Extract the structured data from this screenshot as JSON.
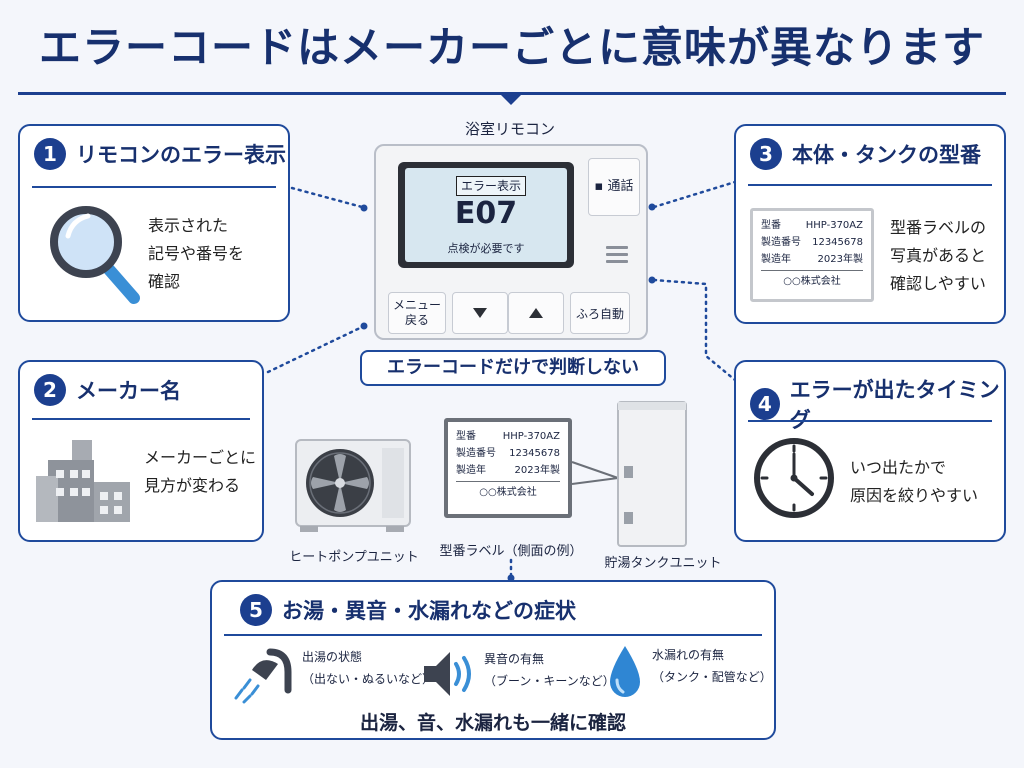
{
  "title": "エラーコードはメーカーごとに意味が異なります",
  "remote": {
    "label": "浴室リモコン",
    "lcd_badge": "エラー表示",
    "lcd_code": "E07",
    "lcd_message": "点検が必要です",
    "call_button": "通話",
    "menu_button": [
      "メニュー",
      "戻る"
    ],
    "bath_button": "ふろ自動"
  },
  "warning_banner": "エラーコードだけで判断しない",
  "cards": [
    {
      "num": "1",
      "title": "リモコンのエラー表示",
      "text": [
        "表示された",
        "記号や番号を",
        "確認"
      ],
      "icon": "magnifier-icon"
    },
    {
      "num": "2",
      "title": "メーカー名",
      "text": [
        "メーカーごとに",
        "見方が変わる"
      ],
      "icon": "factory-icon"
    },
    {
      "num": "3",
      "title": "本体・タンクの型番",
      "text": [
        "型番ラベルの",
        "写真があると",
        "確認しやすい"
      ],
      "icon": "label-icon"
    },
    {
      "num": "4",
      "title": "エラーが出たタイミング",
      "text": [
        "いつ出たかで",
        "原因を絞りやすい"
      ],
      "icon": "clock-icon"
    }
  ],
  "model_label": {
    "rows": [
      {
        "key": "型番",
        "value": "HHP-370AZ"
      },
      {
        "key": "製造番号",
        "value": "12345678"
      },
      {
        "key": "製造年",
        "value": "2023年製"
      }
    ],
    "maker": "○○株式会社"
  },
  "units": {
    "heat_pump": "ヒートポンプユニット",
    "label_caption": "型番ラベル（側面の例）",
    "tank": "貯湯タンクユニット"
  },
  "symptoms": {
    "num": "5",
    "title": "お湯・異音・水漏れなどの症状",
    "items": [
      {
        "title": "出湯の状態",
        "sub": "（出ない・ぬるいなど）",
        "icon": "shower-icon"
      },
      {
        "title": "異音の有無",
        "sub": "（ブーン・キーンなど）",
        "icon": "speaker-icon"
      },
      {
        "title": "水漏れの有無",
        "sub": "（タンク・配管など）",
        "icon": "water-drop-icon"
      }
    ],
    "footer": "出湯、音、水漏れも一緒に確認"
  },
  "colors": {
    "navy": "#17306e",
    "border": "#1f4a9c",
    "accent_blue": "#3a8fd6"
  }
}
